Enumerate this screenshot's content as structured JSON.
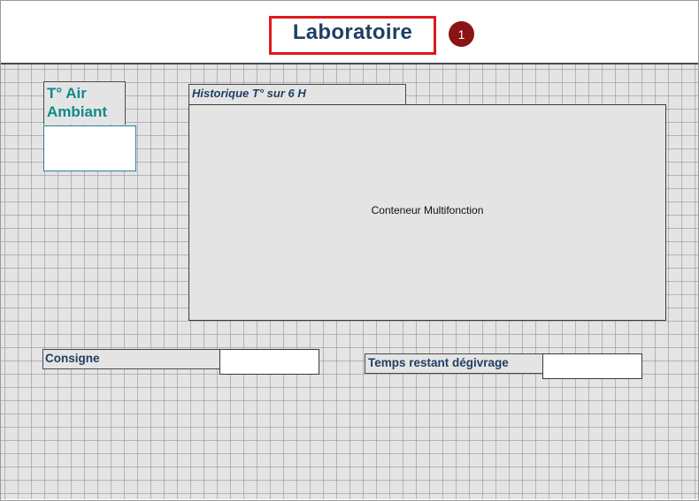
{
  "header": {
    "title": "Laboratoire",
    "marker_number": "1",
    "highlight_color": "#e0191b",
    "marker_color": "#8a1414"
  },
  "air_temperature": {
    "label": "T° Air Ambiant",
    "value": ""
  },
  "history": {
    "tab_label": "Historique T° sur 6 H",
    "container_text": "Conteneur Multifonction"
  },
  "setpoint": {
    "label": "Consigne",
    "value": ""
  },
  "defrost": {
    "label": "Temps restant dégivrage",
    "value": ""
  },
  "colors": {
    "title_text": "#1f3f63",
    "label_teal": "#0f8a8a",
    "canvas_bg": "#e4e4e4"
  }
}
